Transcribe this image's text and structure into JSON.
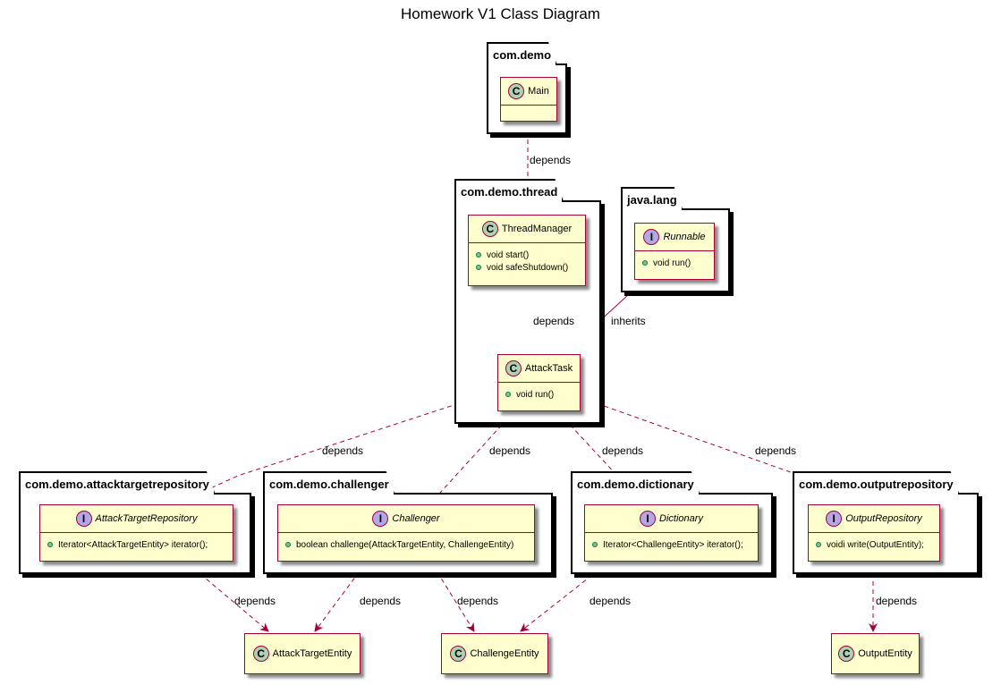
{
  "diagram": {
    "title": "Homework V1 Class Diagram",
    "packages": {
      "demo": "com.demo",
      "thread": "com.demo.thread",
      "lang": "java.lang",
      "attacktargetrepository": "com.demo.attacktargetrepository",
      "challenger": "com.demo.challenger",
      "dictionary": "com.demo.dictionary",
      "outputrepository": "com.demo.outputrepository"
    },
    "classes": {
      "main": {
        "name": "Main",
        "kind": "C"
      },
      "thread_manager": {
        "name": "ThreadManager",
        "kind": "C",
        "methods": [
          "void start()",
          "void safeShutdown()"
        ]
      },
      "runnable": {
        "name": "Runnable",
        "kind": "I",
        "methods": [
          "void run()"
        ]
      },
      "attack_task": {
        "name": "AttackTask",
        "kind": "C",
        "methods": [
          "void run()"
        ]
      },
      "attack_target_repository": {
        "name": "AttackTargetRepository",
        "kind": "I",
        "methods": [
          "Iterator<AttackTargetEntity> iterator();"
        ]
      },
      "challenger": {
        "name": "Challenger",
        "kind": "I",
        "methods": [
          "boolean challenge(AttackTargetEntity, ChallengeEntity)"
        ]
      },
      "dictionary": {
        "name": "Dictionary",
        "kind": "I",
        "methods": [
          "Iterator<ChallengeEntity> iterator();"
        ]
      },
      "output_repository": {
        "name": "OutputRepository",
        "kind": "I",
        "methods": [
          "voidi write(OutputEntity);"
        ]
      },
      "attack_target_entity": {
        "name": "AttackTargetEntity",
        "kind": "C"
      },
      "challenge_entity": {
        "name": "ChallengeEntity",
        "kind": "C"
      },
      "output_entity": {
        "name": "OutputEntity",
        "kind": "C"
      }
    },
    "edge_labels": {
      "depends": "depends",
      "inherits": "inherits"
    },
    "colors": {
      "class_fill": "#FEFECE",
      "border": "#A80036",
      "class_icon": "#ADD1B2",
      "interface_icon": "#B4A7E5",
      "public_dot": "#84BE84"
    }
  }
}
